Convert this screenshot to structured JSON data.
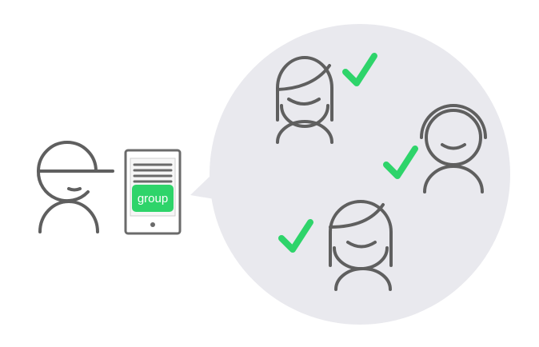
{
  "phone": {
    "button_label": "group"
  },
  "colors": {
    "bubble": "#e9e9ee",
    "ink": "#5f5f5f",
    "accent": "#2ed46a"
  },
  "icons": [
    "sender-person-with-cap",
    "smartphone",
    "speech-bubble",
    "recipient-person",
    "check-icon"
  ]
}
